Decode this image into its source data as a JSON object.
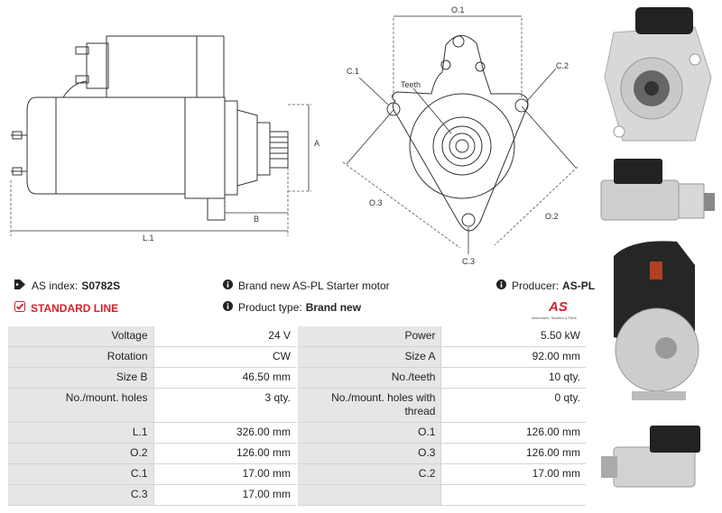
{
  "drawing": {
    "labels": {
      "l1": "L.1",
      "a": "A",
      "b": "B",
      "o1": "O.1",
      "o2": "O.2",
      "o3": "O.3",
      "c1": "C.1",
      "c2": "C.2",
      "c3": "C.3",
      "teeth": "Teeth"
    }
  },
  "info": {
    "as_index_label": "AS index:",
    "as_index_value": "S0782S",
    "standard_line": "STANDARD LINE",
    "description": "Brand new AS-PL Starter motor",
    "product_type_label": "Product type:",
    "product_type_value": "Brand new",
    "producer_label": "Producer:",
    "producer_value": "AS-PL"
  },
  "logo": {
    "mark": "AS",
    "tagline": "Alternators, Starters & Parts"
  },
  "specs": [
    {
      "l1": "Voltage",
      "v1": "24 V",
      "l2": "Power",
      "v2": "5.50 kW"
    },
    {
      "l1": "Rotation",
      "v1": "CW",
      "l2": "Size A",
      "v2": "92.00 mm"
    },
    {
      "l1": "Size B",
      "v1": "46.50 mm",
      "l2": "No./teeth",
      "v2": "10 qty."
    },
    {
      "l1": "No./mount. holes",
      "v1": "3 qty.",
      "l2": "No./mount. holes with thread",
      "v2": "0 qty."
    },
    {
      "l1": "L.1",
      "v1": "326.00 mm",
      "l2": "O.1",
      "v2": "126.00 mm"
    },
    {
      "l1": "O.2",
      "v1": "126.00 mm",
      "l2": "O.3",
      "v2": "126.00 mm"
    },
    {
      "l1": "C.1",
      "v1": "17.00 mm",
      "l2": "C.2",
      "v2": "17.00 mm"
    },
    {
      "l1": "C.3",
      "v1": "17.00 mm",
      "l2": "",
      "v2": ""
    }
  ],
  "colors": {
    "accent": "#d6202a",
    "label_bg": "#e6e6e6",
    "border": "#d4d4d4"
  }
}
